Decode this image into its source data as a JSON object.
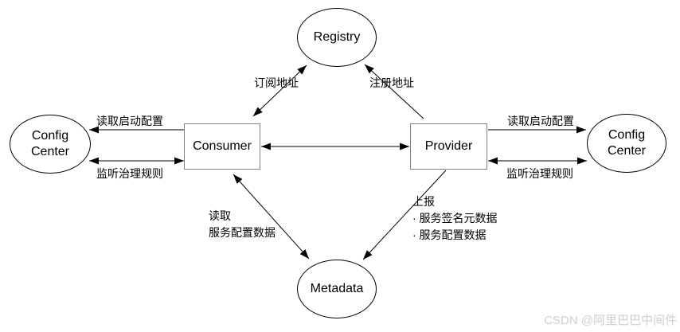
{
  "nodes": {
    "registry": {
      "label": "Registry"
    },
    "config_center_left": {
      "line1": "Config",
      "line2": "Center"
    },
    "consumer": {
      "label": "Consumer"
    },
    "provider": {
      "label": "Provider"
    },
    "config_center_right": {
      "line1": "Config",
      "line2": "Center"
    },
    "metadata": {
      "label": "Metadata"
    }
  },
  "edge_labels": {
    "subscribe_address": "订阅地址",
    "register_address": "注册地址",
    "read_startup_config_left": "读取启动配置",
    "listen_governance_rules_left": "监听治理规则",
    "read_startup_config_right": "读取启动配置",
    "listen_governance_rules_right": "监听治理规则",
    "read_metadata": {
      "line1": "读取",
      "line2": "服务配置数据"
    },
    "report_metadata": {
      "line1": "上报",
      "line2": "· 服务签名元数据",
      "line3": "· 服务配置数据"
    }
  },
  "watermark": "CSDN @阿里巴巴中间件",
  "colors": {
    "edge_line": "#000000",
    "box_border": "#808080",
    "ellipse_border": "#000000",
    "watermark": "#d2d2d2",
    "background": "#ffffff"
  }
}
